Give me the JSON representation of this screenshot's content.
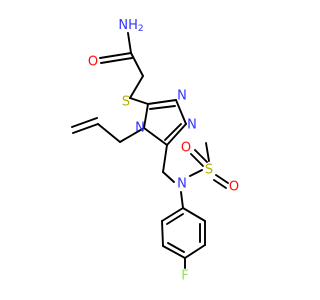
{
  "colors": {
    "bond": "#000000",
    "carbon": "#000000",
    "nitrogen": "#3333ff",
    "oxygen": "#ff0d0d",
    "sulfur": "#b2b200",
    "fluorine": "#90e050"
  },
  "atoms": {
    "nh2": {
      "text": "NH",
      "sub": "2",
      "element": "nitrogen"
    },
    "o_amide": {
      "text": "O",
      "element": "oxygen"
    },
    "s_thio": {
      "text": "S",
      "element": "sulfur"
    },
    "n_ring_a": {
      "text": "N",
      "element": "nitrogen"
    },
    "n_ring_b": {
      "text": "N",
      "element": "nitrogen"
    },
    "n_ring_c": {
      "text": "N",
      "element": "nitrogen"
    },
    "n_sulfonamide": {
      "text": "N",
      "element": "nitrogen"
    },
    "s_sulfonyl": {
      "text": "S",
      "element": "sulfur"
    },
    "o_sulfonyl_a": {
      "text": "O",
      "element": "oxygen"
    },
    "o_sulfonyl_b": {
      "text": "O",
      "element": "oxygen"
    },
    "f": {
      "text": "F",
      "element": "fluorine"
    }
  }
}
